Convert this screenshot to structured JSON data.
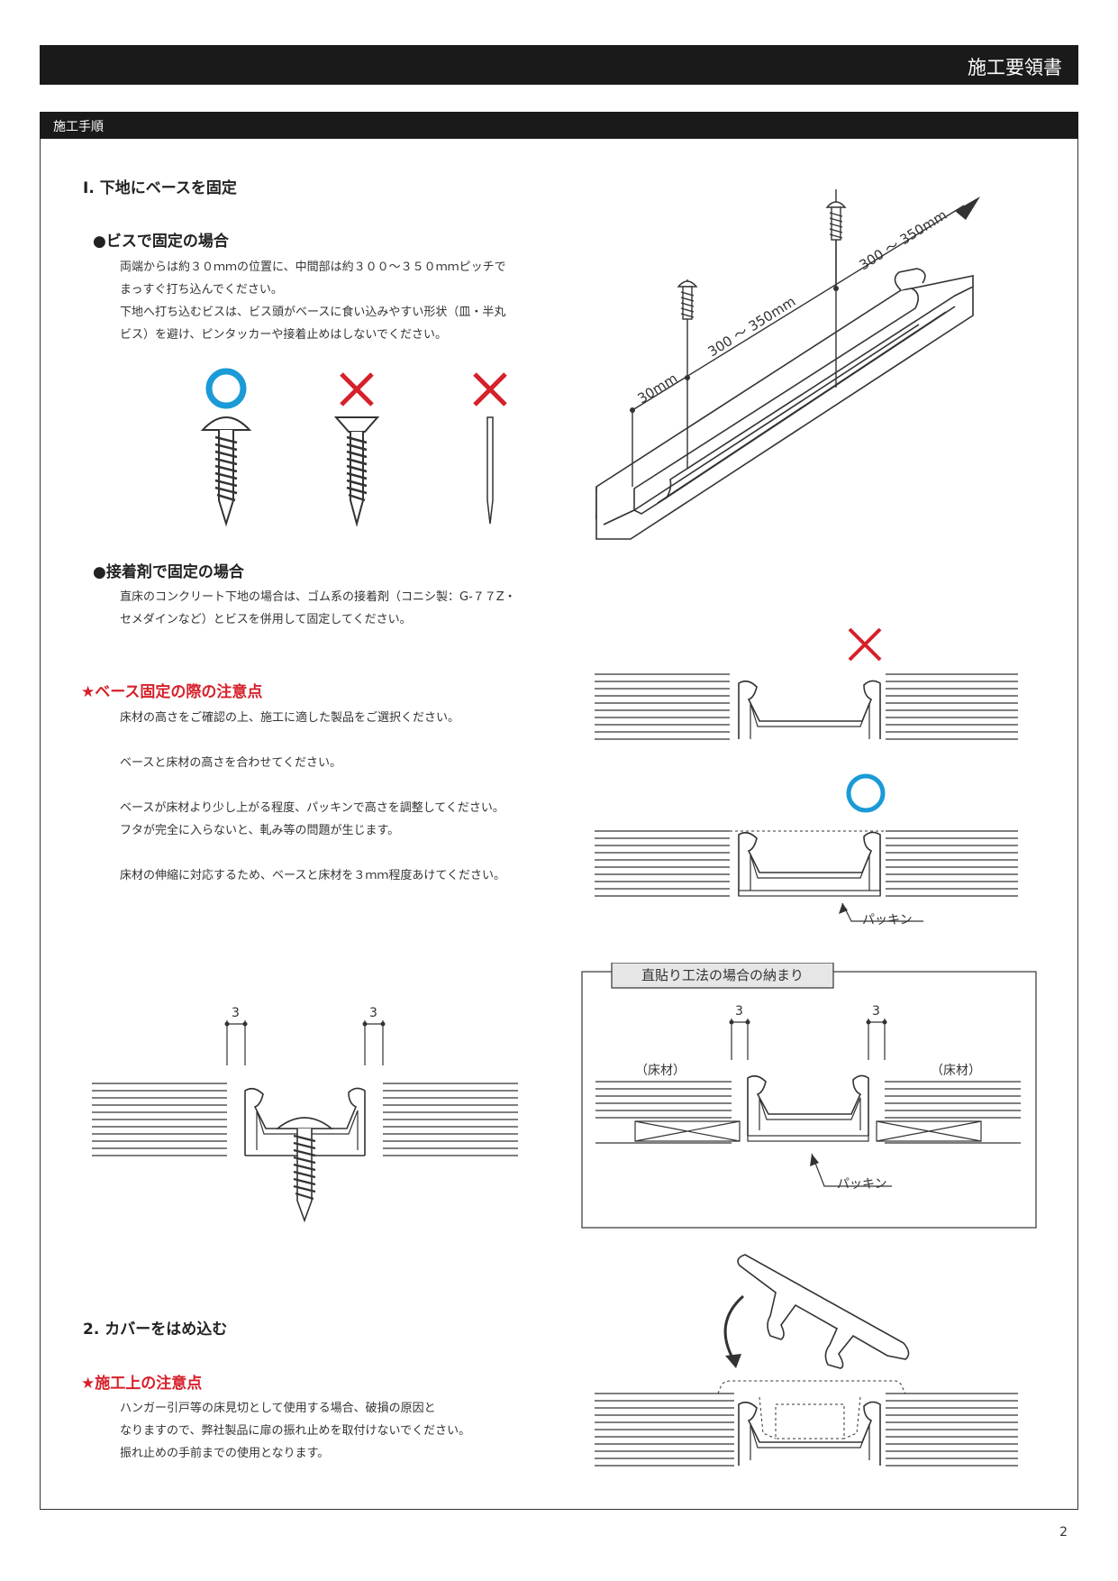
{
  "header": {
    "title": "施工要領書"
  },
  "section": {
    "title": "施工手順"
  },
  "step1": {
    "title": "Ⅰ. 下地にベースを固定",
    "screw": {
      "heading": "●ビスで固定の場合",
      "text": "両端からは約３０ｍｍの位置に、中間部は約３００～３５０ｍｍピッチで\nまっすぐ打ち込んでください。\n下地へ打ち込むビスは、ビス頭がベースに食い込みやすい形状（皿・半丸\nビス）を避け、ピンタッカーや接着止めはしないでください。"
    },
    "adhesive": {
      "heading": "●接着剤で固定の場合",
      "text": "直床のコンクリート下地の場合は、ゴム系の接着剤（コニシ製：G-７７Z・\nセメダインなど）とビスを併用して固定してください。"
    },
    "notes": {
      "heading": "★ベース固定の際の注意点",
      "p1": "床材の高さをご確認の上、施工に適した製品をご選択ください。",
      "p2": "ベースと床材の高さを合わせてください。",
      "p3": "ベースが床材より少し上がる程度、パッキンで高さを調整してください。\nフタが完全に入らないと、軋み等の問題が生じます。",
      "p4": "床材の伸縮に対応するため、ベースと床材を３ｍｍ程度あけてください。"
    }
  },
  "diagram_base": {
    "dim_30": "30mm",
    "dim_300a": "300 ～ 350mm",
    "dim_300b": "300 ～ 350mm"
  },
  "diagram_packing": {
    "label": "パッキン"
  },
  "diagram_gap": {
    "gap_left": "3",
    "gap_right": "3"
  },
  "direct_box": {
    "title": "直貼り工法の場合の納まり",
    "gap_left": "3",
    "gap_right": "3",
    "floor_left": "（床材）",
    "floor_right": "（床材）",
    "packing": "パッキン"
  },
  "step2": {
    "title": "2. カバーをはめ込む",
    "notes_heading": "★施工上の注意点",
    "text": "ハンガー引戸等の床見切として使用する場合、破損の原因と\nなりますので、弊社製品に扉の振れ止めを取付けないでください。\n振れ止めの手前までの使用となります。"
  },
  "page": {
    "number": "2"
  },
  "colors": {
    "ok": "#1a9ad6",
    "ng": "#d6202a",
    "bar": "#1a1a1a"
  }
}
